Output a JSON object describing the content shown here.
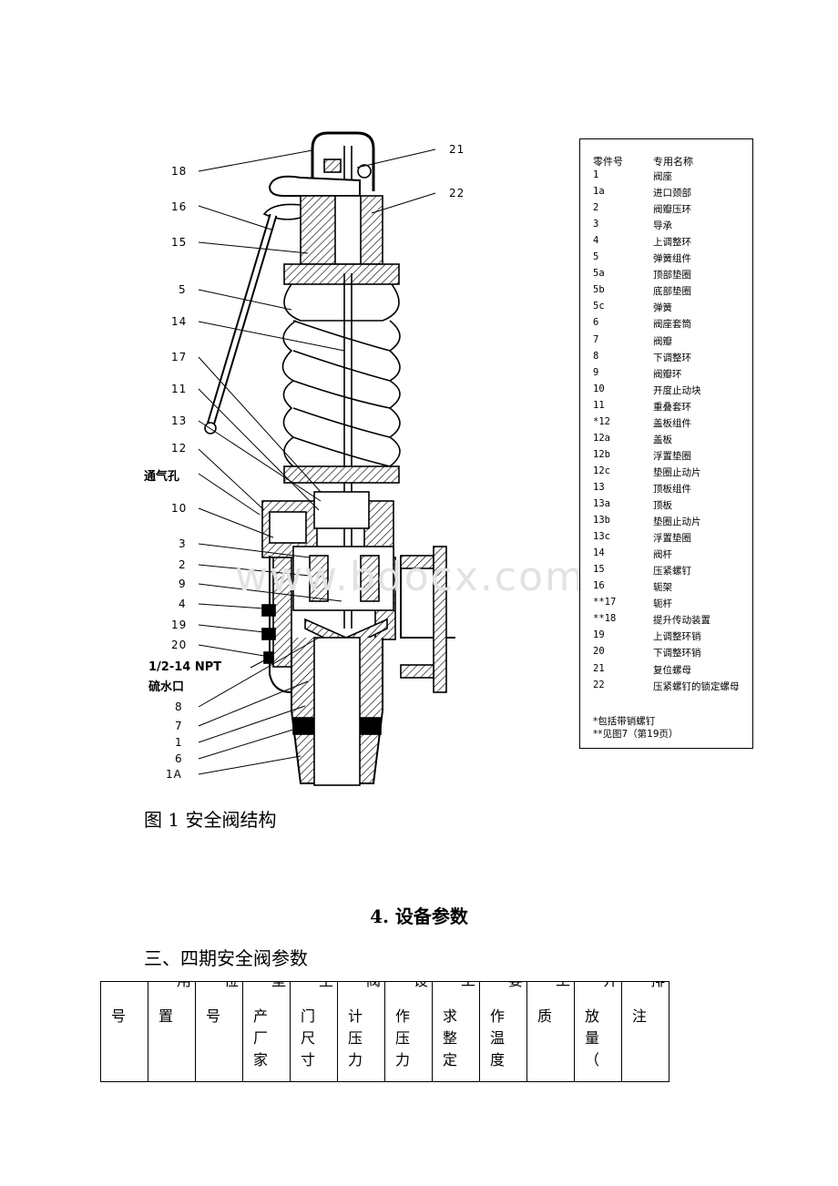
{
  "figure": {
    "callouts_left": [
      "18",
      "16",
      "15",
      "5",
      "14",
      "17",
      "11",
      "13",
      "12",
      "通气孔",
      "10",
      "3",
      "2",
      "9",
      "4",
      "19",
      "20",
      "1/2-14 NPT",
      "硫水口",
      "8",
      "7",
      "1",
      "6",
      "1A"
    ],
    "callouts_right": [
      "21",
      "22"
    ],
    "caption": "图 1 安全阀结构"
  },
  "parts_list": {
    "header_no": "零件号",
    "header_name": "专用名称",
    "rows": [
      {
        "no": "1",
        "name": "阀座"
      },
      {
        "no": "1a",
        "name": "进口颈部"
      },
      {
        "no": "2",
        "name": "阀瓣压环"
      },
      {
        "no": "3",
        "name": "导承"
      },
      {
        "no": "4",
        "name": "上调整环"
      },
      {
        "no": "5",
        "name": "弹簧组件"
      },
      {
        "no": "5a",
        "name": "顶部垫圈"
      },
      {
        "no": "5b",
        "name": "底部垫圈"
      },
      {
        "no": "5c",
        "name": "弹簧"
      },
      {
        "no": "6",
        "name": "阀座套筒"
      },
      {
        "no": "7",
        "name": "阀瓣"
      },
      {
        "no": "8",
        "name": "下调整环"
      },
      {
        "no": "9",
        "name": "阀瓣环"
      },
      {
        "no": "10",
        "name": "开度止动块"
      },
      {
        "no": "11",
        "name": "重叠套环"
      },
      {
        "no": "*12",
        "name": "盖板组件"
      },
      {
        "no": "12a",
        "name": "盖板"
      },
      {
        "no": "12b",
        "name": "浮置垫圈"
      },
      {
        "no": "12c",
        "name": "垫圈止动片"
      },
      {
        "no": "13",
        "name": "顶板组件"
      },
      {
        "no": "13a",
        "name": "顶板"
      },
      {
        "no": "13b",
        "name": "垫圈止动片"
      },
      {
        "no": "13c",
        "name": "浮置垫圈"
      },
      {
        "no": "14",
        "name": "阀杆"
      },
      {
        "no": "15",
        "name": "压紧螺钉"
      },
      {
        "no": "16",
        "name": "轭架"
      },
      {
        "no": "**17",
        "name": "轭杆"
      },
      {
        "no": "**18",
        "name": "提升传动装置"
      },
      {
        "no": "19",
        "name": "上调整环销"
      },
      {
        "no": "20",
        "name": "下调整环销"
      },
      {
        "no": "21",
        "name": "复位螺母"
      },
      {
        "no": "22",
        "name": "压紧螺钉的锁定螺母"
      }
    ],
    "note1": "*包括带销螺钉",
    "note2": "**见图7（第19页）"
  },
  "watermark": "www.bdocx.com",
  "section_title": "4. 设备参数",
  "subtitle": "三、四期安全阀参数",
  "table": {
    "cells": [
      {
        "top": "",
        "text": "号"
      },
      {
        "top": "用",
        "text": "置"
      },
      {
        "top": "位",
        "text": "号"
      },
      {
        "top": "型",
        "text": "产厂家"
      },
      {
        "top": "生",
        "text": "门尺寸"
      },
      {
        "top": "阀",
        "text": "计压力"
      },
      {
        "top": "设",
        "text": "作压力"
      },
      {
        "top": "工",
        "text": "求整定"
      },
      {
        "top": "要",
        "text": "作温度"
      },
      {
        "top": "工",
        "text": "质"
      },
      {
        "top": "介",
        "text": "放量（"
      },
      {
        "top": "排",
        "text": "注"
      }
    ]
  }
}
